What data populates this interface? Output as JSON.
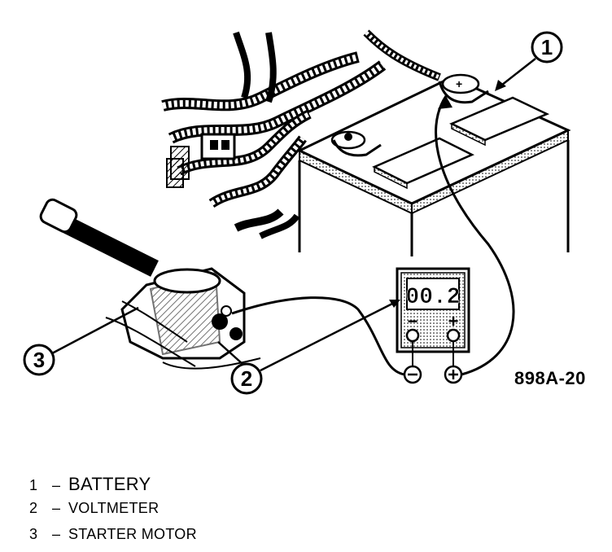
{
  "callouts": [
    "1",
    "2",
    "3"
  ],
  "figure_id": "898A-20",
  "meter": {
    "reading": "00.2",
    "minus": "−",
    "plus": "+"
  },
  "legend": [
    {
      "num": "1",
      "dash": "–",
      "label": "BATTERY"
    },
    {
      "num": "2",
      "dash": "–",
      "label": "VOLTMETER"
    },
    {
      "num": "3",
      "dash": "–",
      "label": "STARTER MOTOR"
    }
  ]
}
